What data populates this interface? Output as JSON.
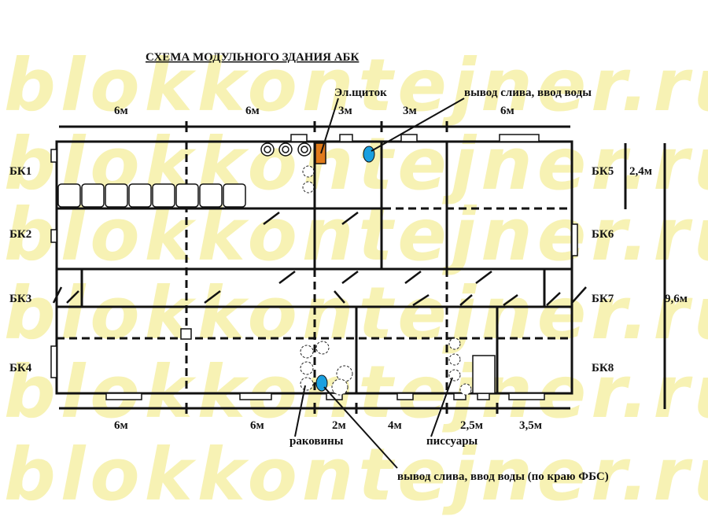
{
  "title": "СХЕМА МОДУЛЬНОГО ЗДАНИЯ АБК",
  "watermark": "blokkontejner.ru",
  "blocks": [
    "БК1",
    "БК2",
    "БК3",
    "БК4",
    "БК5",
    "БК6",
    "БК7",
    "БК8"
  ],
  "top_dims": [
    "6м",
    "6м",
    "3м",
    "3м",
    "6м"
  ],
  "bottom_dims": [
    "6м",
    "6м",
    "2м",
    "4м",
    "2,5м",
    "3,5м"
  ],
  "right_dims": [
    "2,4м",
    "9,6м"
  ],
  "callouts": {
    "panel": "Эл.щиток",
    "drain_top": "вывод слива, ввод воды",
    "sinks": "раковины",
    "urinals": "писсуары",
    "drain_bottom": "вывод слива, ввод воды (по краю ФБС)"
  },
  "colors": {
    "panel": "#e07a1a",
    "drain": "#1aa0e0",
    "watermark": "#f6f0a8"
  }
}
